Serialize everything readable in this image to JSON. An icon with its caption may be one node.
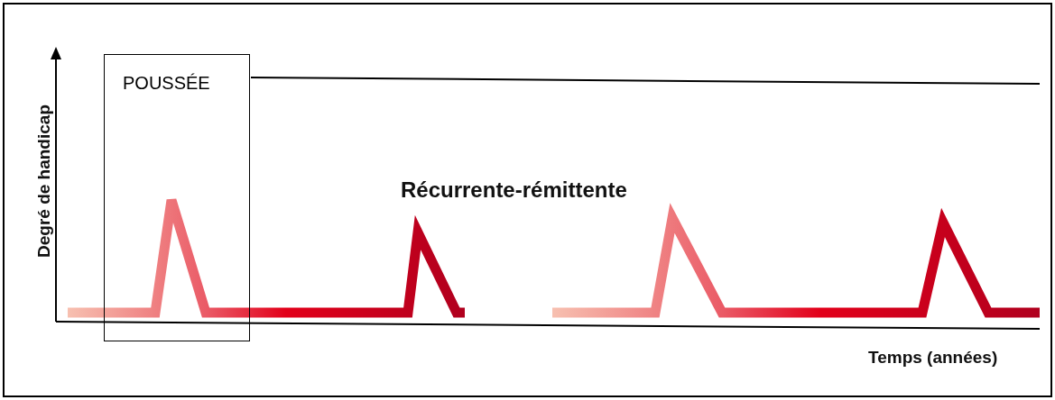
{
  "diagram": {
    "nodes": [
      {
        "text": [
          "POUSSÉE"
        ]
      }
    ],
    "edges": [],
    "labels": [
      "Degré de handicap",
      "Récurrente-rémittente",
      "Temps (années)"
    ]
  }
}
